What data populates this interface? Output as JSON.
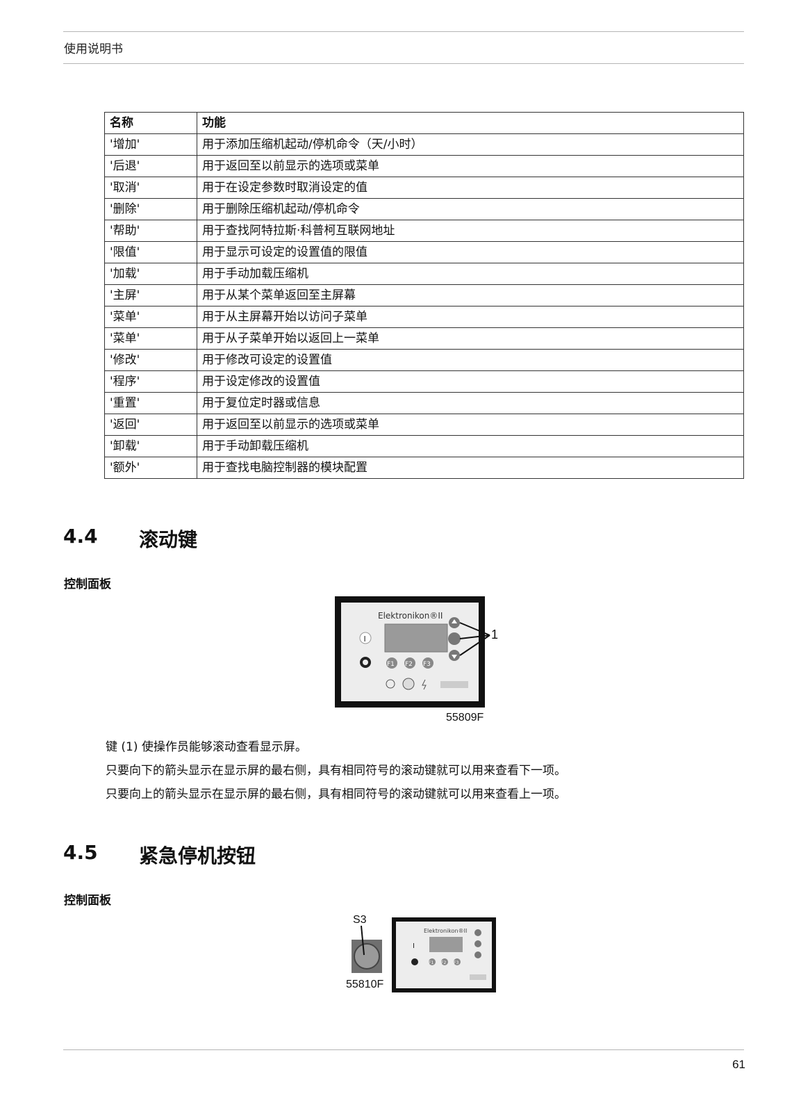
{
  "header": {
    "title": "使用说明书"
  },
  "table": {
    "headers": [
      "名称",
      "功能"
    ],
    "rows": [
      [
        "'增加'",
        "用于添加压缩机起动/停机命令（天/小时）"
      ],
      [
        "'后退'",
        "用于返回至以前显示的选项或菜单"
      ],
      [
        "'取消'",
        "用于在设定参数时取消设定的值"
      ],
      [
        "'删除'",
        "用于删除压缩机起动/停机命令"
      ],
      [
        "'帮助'",
        "用于查找阿特拉斯·科普柯互联网地址"
      ],
      [
        "'限值'",
        "用于显示可设定的设置值的限值"
      ],
      [
        "'加载'",
        "用于手动加载压缩机"
      ],
      [
        "'主屏'",
        "用于从某个菜单返回至主屏幕"
      ],
      [
        "'菜单'",
        "用于从主屏幕开始以访问子菜单"
      ],
      [
        "'菜单'",
        "用于从子菜单开始以返回上一菜单"
      ],
      [
        "'修改'",
        "用于修改可设定的设置值"
      ],
      [
        "'程序'",
        "用于设定修改的设置值"
      ],
      [
        "'重置'",
        "用于复位定时器或信息"
      ],
      [
        "'返回'",
        "用于返回至以前显示的选项或菜单"
      ],
      [
        "'卸载'",
        "用于手动卸载压缩机"
      ],
      [
        "'额外'",
        "用于查找电脑控制器的模块配置"
      ]
    ]
  },
  "section44": {
    "number": "4.4",
    "title": "滚动键",
    "subtitle": "控制面板",
    "figure": {
      "brand": "Elektronikon®II",
      "callout": "1",
      "code": "55809F",
      "indicator_i": "I",
      "keys": [
        "F1",
        "F2",
        "F3"
      ]
    },
    "paragraphs": [
      "键 (1) 使操作员能够滚动查看显示屏。",
      "只要向下的箭头显示在显示屏的最右侧，具有相同符号的滚动键就可以用来查看下一项。",
      "只要向上的箭头显示在显示屏的最右侧，具有相同符号的滚动键就可以用来查看上一项。"
    ]
  },
  "section45": {
    "number": "4.5",
    "title": "紧急停机按钮",
    "subtitle": "控制面板",
    "figure": {
      "label": "S3",
      "code": "55810F",
      "brand": "Elektronikon®II",
      "indicator_i": "I",
      "keys": [
        "F1",
        "F2",
        "F3"
      ]
    }
  },
  "page_number": "61"
}
